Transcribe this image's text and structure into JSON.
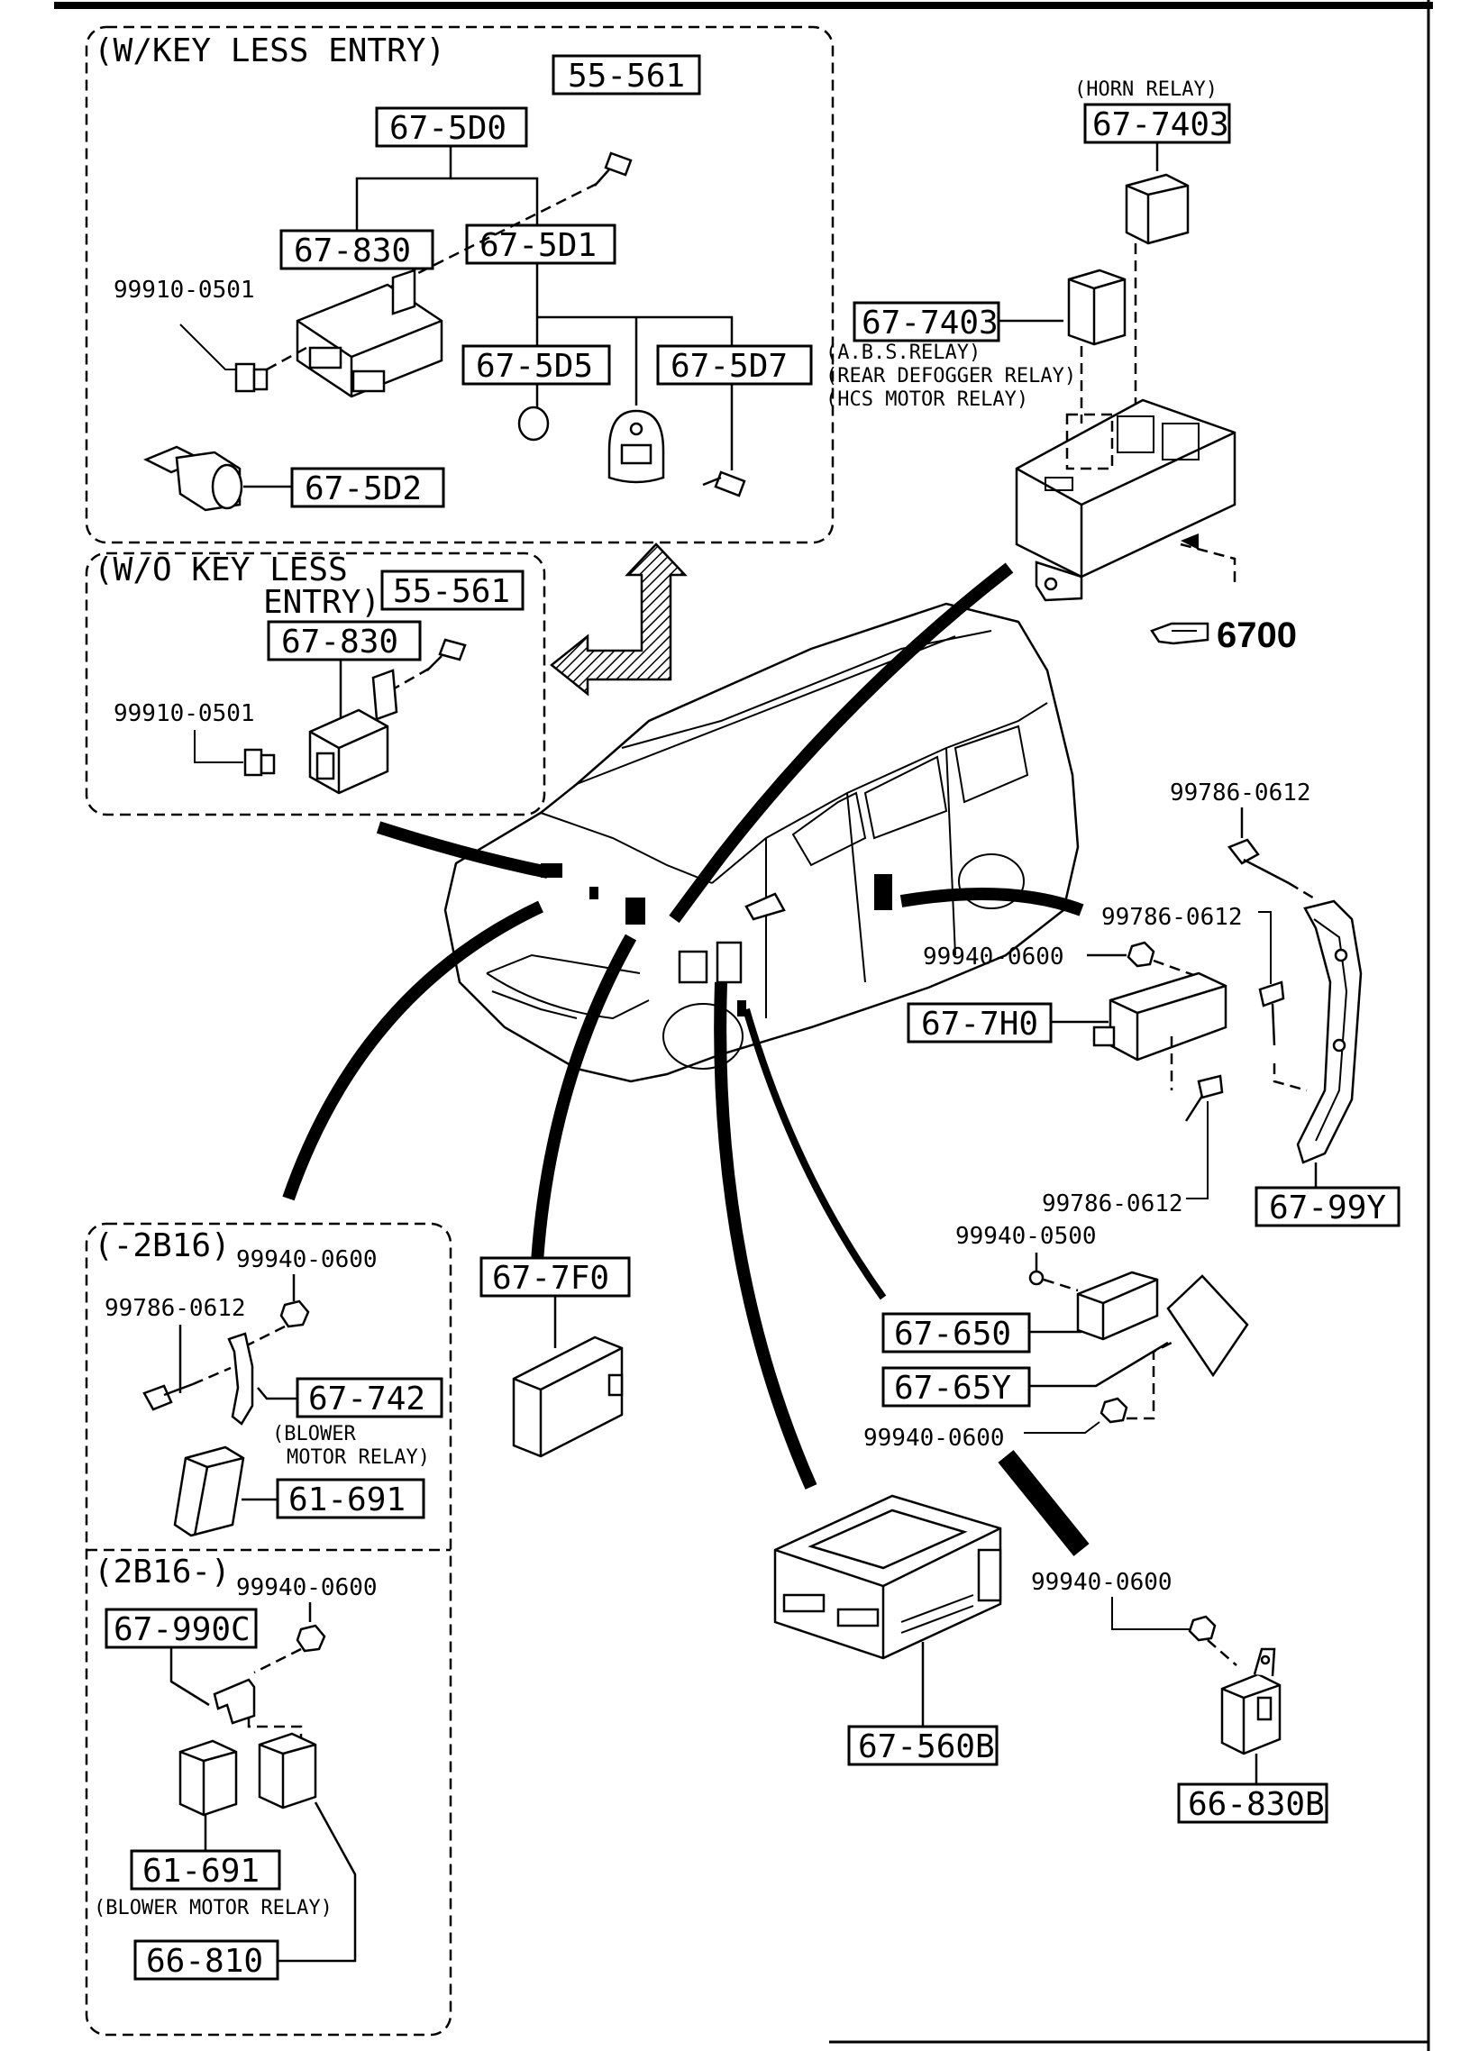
{
  "sections": {
    "keyless_entry": "(W/KEY LESS ENTRY)",
    "no_keyless_line1": "(W/O KEY LESS",
    "no_keyless_line2": "ENTRY)",
    "pre_2b16": "(-2B16)",
    "post_2b16": "(2B16-)"
  },
  "parts": {
    "p55561a": "55-561",
    "p675d0": "67-5D0",
    "p67830a": "67-830",
    "p675d1": "67-5D1",
    "p675d5": "67-5D5",
    "p675d7": "67-5D7",
    "p675d2": "67-5D2",
    "p55561b": "55-561",
    "p67830b": "67-830",
    "p677403a": "67-7403",
    "p677403b": "67-7403",
    "p677h0": "67-7H0",
    "p6799y": "67-99Y",
    "p677f0": "67-7F0",
    "p67650": "67-650",
    "p6765y": "67-65Y",
    "p67560b": "67-560B",
    "p66830b": "66-830B",
    "p67742": "67-742",
    "p61691a": "61-691",
    "p67990c": "67-990C",
    "p61691b": "61-691",
    "p66810": "66-810"
  },
  "fasteners": {
    "f9991005a": "99910-0501",
    "f9991005b": "99910-0501",
    "f9978606a": "99786-0612",
    "f9978606b": "99786-0612",
    "f9994006a": "99940-0600",
    "f9978606c": "99786-0612",
    "f9994005": "99940-0500",
    "f9994006b": "99940-0600",
    "f9994006c": "99940-0600",
    "f9994006d": "99940-0600",
    "f9978606d": "99786-0612",
    "f9994006e": "99940-0600"
  },
  "notes": {
    "horn_relay": "(HORN RELAY)",
    "abs_relay": "(A.B.S.RELAY)",
    "rear_defogger": "(REAR DEFOGGER RELAY)",
    "hcs_motor": "(HCS MOTOR RELAY)",
    "blower_motor_1": "(BLOWER",
    "blower_motor_2": "MOTOR RELAY)",
    "blower_motor_full": "(BLOWER MOTOR RELAY)"
  },
  "reference": {
    "page_ref": "6700",
    "icon": "pointing-hand-icon"
  }
}
